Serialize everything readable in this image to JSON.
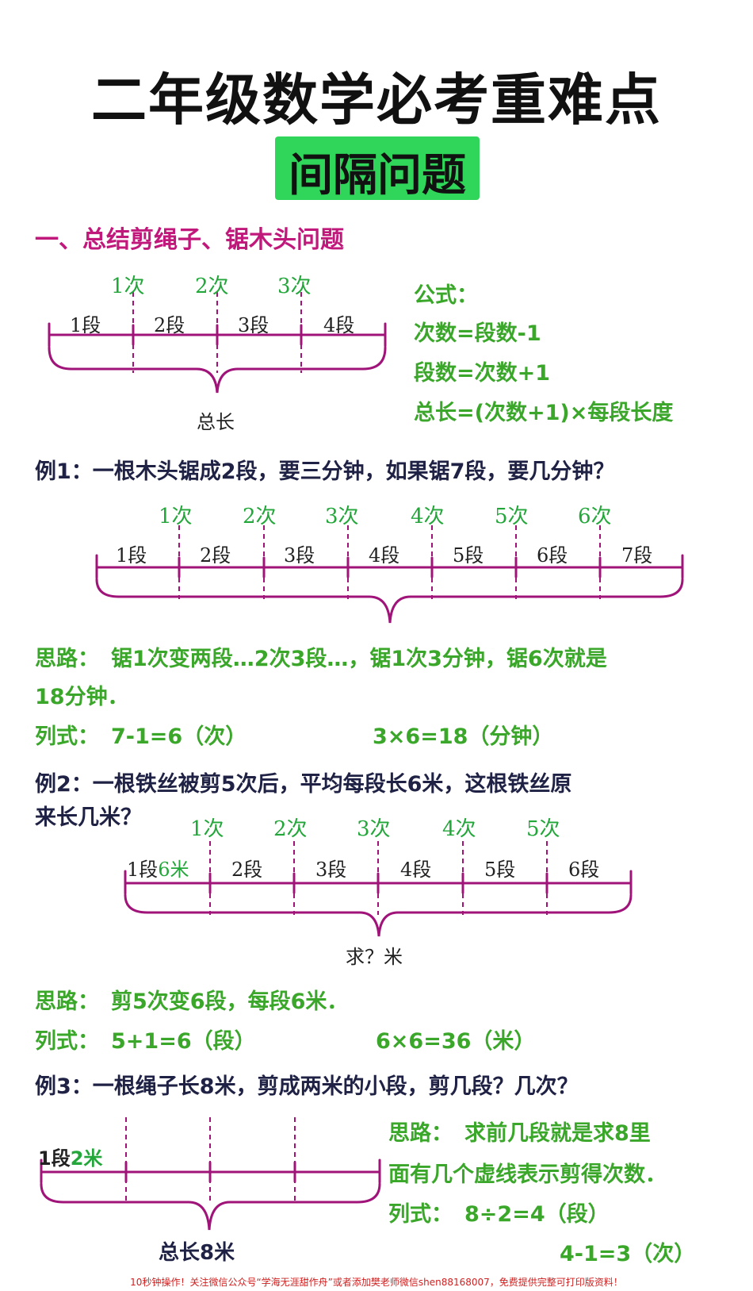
{
  "title": "二年级数学必考重难点",
  "subtitle": "间隔问题",
  "section1": "一、总结剪绳子、锯木头问题",
  "diagram1": {
    "counts": [
      "1次",
      "2次",
      "3次"
    ],
    "segments": [
      "1段",
      "2段",
      "3段",
      "4段"
    ],
    "total": "总长"
  },
  "formulas": {
    "heading": "公式：",
    "f1": "次数=段数-1",
    "f2": "段数=次数+1",
    "f3": "总长=(次数+1)×每段长度"
  },
  "example1": {
    "question": "例1：一根木头锯成2段，要三分钟，如果锯7段，要几分钟？",
    "counts": [
      "1次",
      "2次",
      "3次",
      "4次",
      "5次",
      "6次"
    ],
    "segments": [
      "1段",
      "2段",
      "3段",
      "4段",
      "5段",
      "6段",
      "7段"
    ],
    "thought_label": "思路：",
    "thought_line1": "锯1次变两段…2次3段…，锯1次3分钟，锯6次就是",
    "thought_line2": "18分钟．",
    "eq_label": "列式：",
    "eq1": "7-1=6（次）",
    "eq2": "3×6=18（分钟）"
  },
  "example2": {
    "question_line1": "例2：一根铁丝被剪5次后，平均每段长6米，这根铁丝原",
    "question_line2": "来长几米？",
    "counts": [
      "1次",
      "2次",
      "3次",
      "4次",
      "5次"
    ],
    "first_segment": "1段",
    "first_segment_length": "6米",
    "segments": [
      "2段",
      "3段",
      "4段",
      "5段",
      "6段"
    ],
    "total": "求？米",
    "thought_label": "思路：",
    "thought": "剪5次变6段，每段6米．",
    "eq_label": "列式：",
    "eq1": "5+1=6（段）",
    "eq2": "6×6=36（米）"
  },
  "example3": {
    "question": "例3：一根绳子长8米，剪成两米的小段，剪几段？几次？",
    "first_segment": "1段",
    "first_segment_length": "2米",
    "total": "总长8米",
    "thought_label": "思路：",
    "thought_line1": "求前几段就是求8里",
    "thought_line2": "面有几个虚线表示剪得次数．",
    "eq_label": "列式：",
    "eq1": "8÷2=4（段）",
    "eq2": "4-1=3（次）"
  },
  "footer": "10秒钟操作！关注微信公众号“学海无涯甜作舟”或者添加樊老师微信shen88168007，免费提供完整可打印版资料！",
  "colors": {
    "magenta": "#a0147a",
    "green": "#3aa62a",
    "title_bg": "#2fd65a",
    "navy": "#1f2244"
  }
}
